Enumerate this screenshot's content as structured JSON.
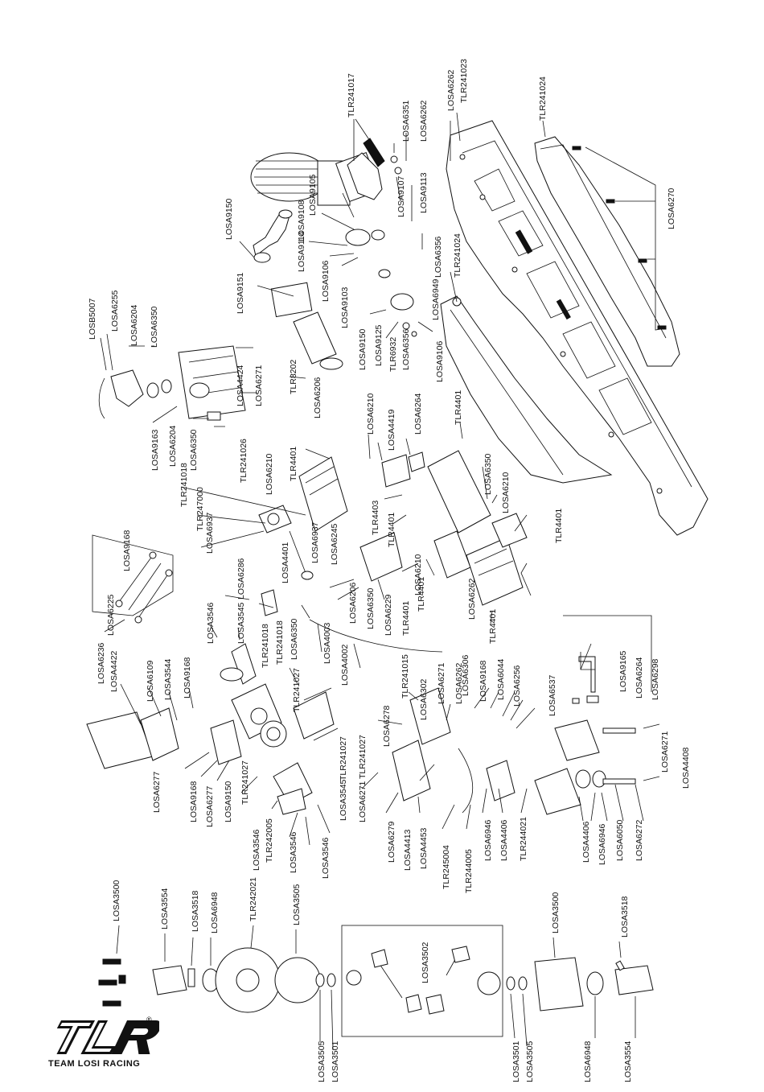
{
  "brand": {
    "logo_letters": "TLR",
    "tagline": "TEAM LOSI RACING",
    "registered_mark": "®"
  },
  "labels": [
    "TLR241017",
    "LOSA6351",
    "LOSA6262",
    "LOSA6262",
    "TLR241023",
    "TLR241024",
    "LOSA6270",
    "LOSA9107",
    "LOSA9113",
    "LOSA6356",
    "LOSA9105",
    "LOSA9108",
    "LOSA9114",
    "LOSA9106",
    "LOSA9103",
    "LOSA9150",
    "LOSA9151",
    "LOSB5007",
    "LOSA6255",
    "LOSA6204",
    "LOSA6350",
    "LOSA4424",
    "LOSA6271",
    "TLR8202",
    "LOSA6206",
    "LOSA9150",
    "LOSA9125",
    "TLR6932",
    "LOSA6356",
    "LOSA6949",
    "LOSA9106",
    "TLR241024",
    "LOSA9163",
    "LOSA6204",
    "LOSA6350",
    "TLR241026",
    "LOSA6210",
    "LOSA6210",
    "TLR4401",
    "LOSA4419",
    "LOSA6264",
    "TLR4401",
    "LOSA6350",
    "LOSA6210",
    "TLR241018",
    "TLR247000",
    "LOSA6937",
    "LOSA6937",
    "LOSA6245",
    "TLR4403",
    "TLR4401",
    "TLR4401",
    "LOSA6262",
    "TLR4401",
    "TLR4401",
    "LOSA6210",
    "LOSA6206",
    "LOSA6350",
    "LOSA6229",
    "TLR4401",
    "LOSA4401",
    "LOSA9168",
    "LOSA6225",
    "LOSA6236",
    "LOSA6286",
    "LOSA3546",
    "LOSA3545",
    "TLR241018",
    "TLR241018",
    "LOSA6350",
    "LOSA4003",
    "LOSA4002",
    "LOSA9165",
    "LOSA6264",
    "LOSA6298",
    "LOSA6306",
    "LOSA9168",
    "LOSA6044",
    "LOSA6256",
    "LOSA6537",
    "LOSA4422",
    "LOSA6109",
    "LOSA3544",
    "LOSA9168",
    "TLR241027",
    "TLR241015",
    "LOSA6302",
    "LOSA6271",
    "LOSA6262",
    "LOSA6278",
    "TLR241027",
    "TLR241027",
    "LOSA6277",
    "LOSA9168",
    "LOSA6277",
    "LOSA9150",
    "TLR241027",
    "LOSA3546",
    "TLR242005",
    "LOSA3546",
    "LOSA3546",
    "LOSA3545",
    "LOSA6271",
    "LOSA6279",
    "LOSA4413",
    "LOSA4453",
    "TLR245004",
    "TLR244005",
    "LOSA6946",
    "LOSA4406",
    "TLR244021",
    "LOSA4406",
    "LOSA6946",
    "LOSA6050",
    "LOSA6272",
    "LOSA6271",
    "LOSA4408",
    "LOSA3500",
    "LOSA3554",
    "LOSA3518",
    "LOSA6948",
    "TLR242021",
    "LOSA3505",
    "LOSA3502",
    "LOSA3500",
    "LOSA3518",
    "LOSA3505",
    "LOSA3501",
    "LOSA3501",
    "LOSA3505",
    "LOSA6948",
    "LOSA3554"
  ]
}
